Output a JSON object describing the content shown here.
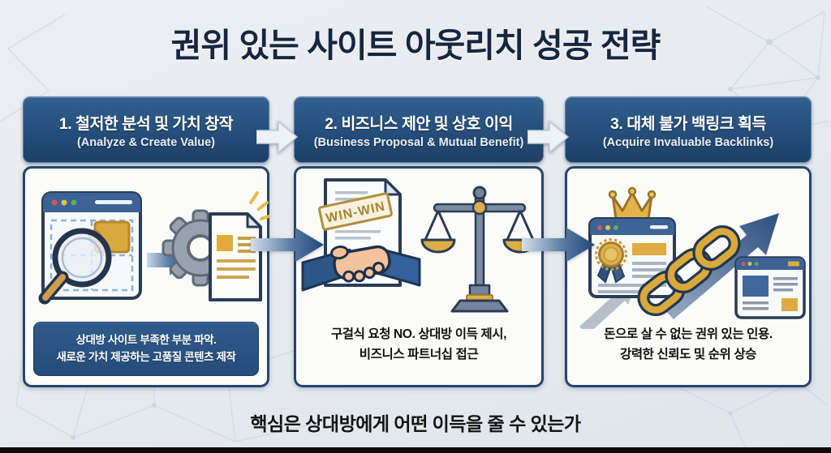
{
  "title": "권위 있는 사이트 아웃리치 성공 전략",
  "steps": [
    {
      "heading": "1. 철저한 분석 및 가치 창작",
      "subheading": "(Analyze & Create Value)",
      "desc1": "상대방 사이트 부족한 부분 파악.",
      "desc2": "새로운 가치 제공하는 고품질 콘텐츠 제작",
      "icons": [
        "browser-puzzle-magnifier-icon",
        "arrow-right-icon",
        "gear-document-icon"
      ]
    },
    {
      "heading": "2. 비즈니스 제안 및 상호 이익",
      "subheading": "(Business Proposal & Mutual Benefit)",
      "stamp": "WIN-WIN",
      "desc1": "구걸식 요청 NO. 상대방 이득 제시,",
      "desc2": "비즈니스 파트너십 접근",
      "icons": [
        "winwin-contract-icon",
        "handshake-icon",
        "balance-scale-icon"
      ]
    },
    {
      "heading": "3. 대체 불가 백링크 획득",
      "subheading": "(Acquire Invaluable Backlinks)",
      "desc1": "돈으로 살 수 없는 권위 있는 인용.",
      "desc2": "강력한 신뢰도 및 순위 상승",
      "icons": [
        "crowned-browser-icon",
        "medal-icon",
        "chain-link-icon",
        "growth-arrow-icon",
        "article-browser-icon"
      ]
    }
  ],
  "footer": "핵심은 상대방에게 어떤 이득을 줄 수 있는가",
  "colors": {
    "header_navy": "#27517f",
    "panel_border": "#24456e",
    "accent_gold": "#d9a93c",
    "arrow_blue": "#20477a",
    "background": "#e7ebef",
    "bottom_bar": "#0b0b0b"
  }
}
